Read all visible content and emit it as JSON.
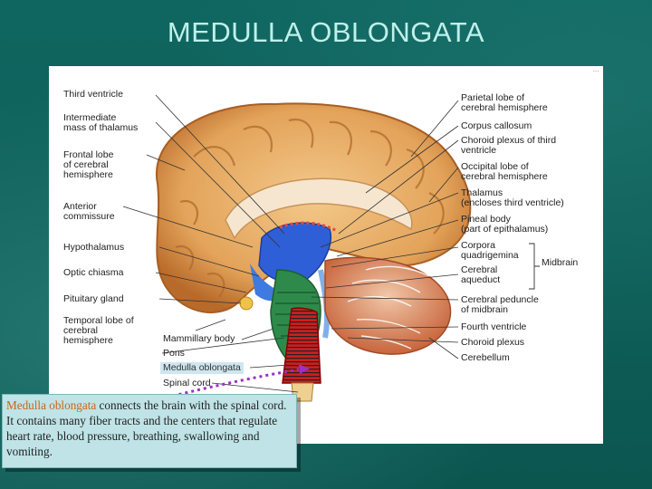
{
  "slide": {
    "title": "MEDULLA OBLONGATA"
  },
  "figure": {
    "corner_mark": "...",
    "left_labels": [
      "Third ventricle",
      "Intermediate\nmass of thalamus",
      "Frontal lobe\nof cerebral\nhemisphere",
      "Anterior\ncommissure",
      "Hypothalamus",
      "Optic chiasma",
      "Pituitary gland",
      "Temporal lobe of\ncerebral\nhemisphere",
      "Mammillary body",
      "Pons",
      "Medulla oblongata",
      "Spinal cord"
    ],
    "right_labels": [
      "Parietal lobe of\ncerebral hemisphere",
      "Corpus callosum",
      "Choroid plexus of third\nventricle",
      "Occipital lobe of\ncerebral hemisphere",
      "Thalamus\n(encloses third ventricle)",
      "Pineal body\n(part of epithalamus)",
      "Corpora\nquadrigemina",
      "Cerebral\naqueduct",
      "Cerebral peduncle\nof midbrain",
      "Fourth ventricle",
      "Choroid plexus",
      "Cerebellum"
    ],
    "bracket_label": "Midbrain",
    "colors": {
      "cortex": "#e3a35a",
      "cortex_dark": "#b86a2a",
      "ventricle": "#2f5fd6",
      "cerebellum": "#d8744a",
      "brainstem": "#2e8a4a",
      "highlight": "#cc1e1e"
    }
  },
  "caption": {
    "term": "Medulla oblongata",
    "text": " connects the brain with the spinal cord. It contains many fiber tracts and the centers that regulate heart rate, blood pressure, breathing, swallowing and vomiting."
  }
}
